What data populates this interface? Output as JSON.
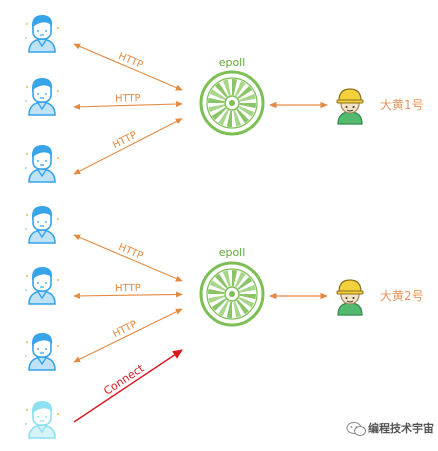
{
  "clients": [
    {
      "id": "c1",
      "group": "g1"
    },
    {
      "id": "c2",
      "group": "g1"
    },
    {
      "id": "c3",
      "group": "g1"
    },
    {
      "id": "c4",
      "group": "g2"
    },
    {
      "id": "c5",
      "group": "g2"
    },
    {
      "id": "c6",
      "group": "g2"
    },
    {
      "id": "c7",
      "group": "g2",
      "faded": true
    }
  ],
  "groups": [
    {
      "id": "g1",
      "epoll_label": "epoll",
      "worker_label": "大黄1号",
      "links": [
        {
          "from": "c1",
          "label": "HTTP"
        },
        {
          "from": "c2",
          "label": "HTTP"
        },
        {
          "from": "c3",
          "label": "HTTP"
        }
      ]
    },
    {
      "id": "g2",
      "epoll_label": "epoll",
      "worker_label": "大黄2号",
      "links": [
        {
          "from": "c4",
          "label": "HTTP"
        },
        {
          "from": "c5",
          "label": "HTTP"
        },
        {
          "from": "c6",
          "label": "HTTP"
        },
        {
          "from": "c7",
          "label": "Connect",
          "style": "connect"
        }
      ]
    }
  ],
  "watermark": {
    "text": "编程技术宇宙",
    "icon": "wechat-icon"
  },
  "colors": {
    "http_arrow": "#e38a43",
    "connect_arrow": "#d9191c",
    "epoll_label": "#5fa83a",
    "worker_label": "#e8945a",
    "client_blue": "#37a3e8",
    "client_faded": "#8de0ef",
    "wheel_green": "#7cbf55",
    "worker_skin": "#f6e3c6",
    "worker_helmet": "#f2d13b",
    "worker_shirt": "#53b96f"
  }
}
